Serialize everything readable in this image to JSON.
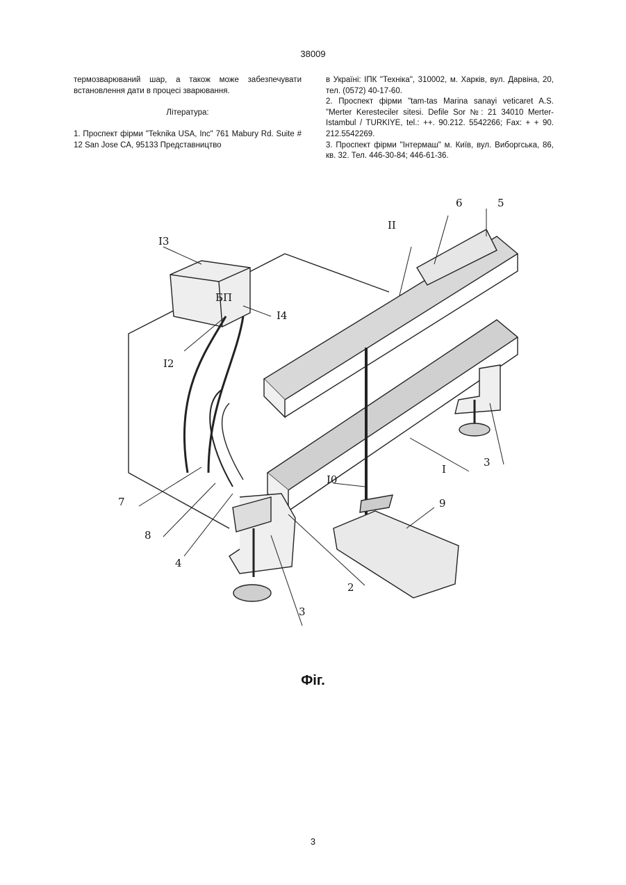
{
  "header": {
    "patent_number": "38009"
  },
  "left_column": {
    "para1": "термозварюваний шар, а також може забезпечувати встановлення дати в процесі зварювання.",
    "lit_heading": "Література:",
    "ref1": "1. Проспект фірми \"Teknika USA, Inc\" 761 Mabury Rd. Suite # 12 San Jose CA, 95133 Представництво"
  },
  "right_column": {
    "ref1_cont": "в Україні: ІПК \"Техніка\", 310002, м. Харків, вул. Дарвіна, 20, тел. (0572) 40-17-60.",
    "ref2": "2. Проспект фірми \"tam-tas Marina sanayi veticaret A.S. \"Merter Keresteciler sitesi. Defile Sor №: 21 34010 Merter-Istambul / TURKIYE, tel.: ++. 90.212. 5542266; Fax: + + 90. 212.5542269.",
    "ref3": "3. Проспект фірми \"Інтермаш\" м. Київ, вул. Виборгська, 86, кв. 32. Тел. 446-30-84; 446-61-36."
  },
  "figure": {
    "labels": {
      "l1": "I",
      "l2": "2",
      "l3a": "3",
      "l3b": "3",
      "l4": "4",
      "l5": "5",
      "l6": "6",
      "l7": "7",
      "l8": "8",
      "l9": "9",
      "l10": "I0",
      "l11": "II",
      "l12": "I2",
      "l13": "I3",
      "l14": "I4",
      "bp": "БП"
    }
  },
  "caption": "Фіг.",
  "footer": {
    "page_number": "3"
  }
}
